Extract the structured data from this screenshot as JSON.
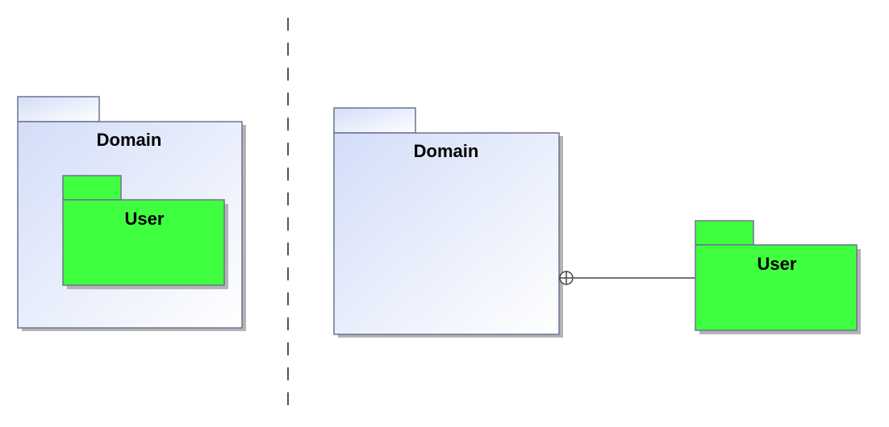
{
  "left_example": {
    "outer_package": {
      "name": "Domain"
    },
    "inner_package": {
      "name": "User"
    }
  },
  "right_example": {
    "outer_package": {
      "name": "Domain"
    },
    "nested_package": {
      "name": "User"
    },
    "connector": {
      "type": "containment",
      "end_symbol": "crossed-circle"
    }
  },
  "colors": {
    "package_fill_light": "#d3ddf8",
    "package_fill_end": "#ffffff",
    "package_green": "#40ff40",
    "border": "#6a7390",
    "shadow": "#b4b4b4",
    "divider": "#555555"
  }
}
